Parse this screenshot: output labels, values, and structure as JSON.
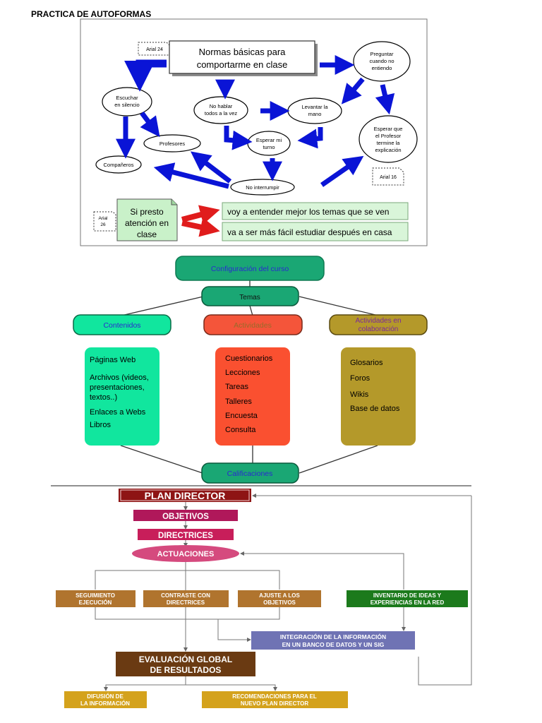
{
  "page": {
    "title": "PRACTICA DE AUTOFORMAS"
  },
  "figure1": {
    "tag_top": "Arial 24",
    "main_box": [
      "Normas básicas para",
      "comportarme en clase"
    ],
    "nodes": {
      "preguntar": [
        "Preguntar",
        "cuando no",
        "entiendo"
      ],
      "escuchar": [
        "Escuchar",
        "en silencio"
      ],
      "no_hablar": [
        "No hablar",
        "todos a la vez"
      ],
      "levantar": [
        "Levantar la",
        "mano"
      ],
      "esperar_prof": [
        "Esperar que",
        "el Profesor",
        "termine la",
        "explicación"
      ],
      "profesores": [
        "Profesores"
      ],
      "esperar_turno": [
        "Esperar mi",
        "turno"
      ],
      "companeros": [
        "Compañeros"
      ],
      "no_interrumpir": [
        "No interrumpir"
      ]
    },
    "tag_right": "Arial 16",
    "tag_left": [
      "Arial",
      "26"
    ],
    "bottom_box": [
      "Si presto",
      "atención en",
      "clase"
    ],
    "results": [
      "voy a entender mejor los temas que se ven",
      "va a ser más fácil estudiar después en casa"
    ]
  },
  "figure2": {
    "top": "Configuración del curso",
    "temas": "Temas",
    "categories": [
      {
        "label": [
          "Contenidos"
        ],
        "items": [
          "Páginas Web",
          "Archivos (videos,",
          "presentaciones,",
          "textos..)",
          "Enlaces a Webs",
          "Libros"
        ]
      },
      {
        "label": [
          "Actividades"
        ],
        "items": [
          "Cuestionarios",
          "Lecciones",
          "Tareas",
          "Talleres",
          "Encuesta",
          "Consulta"
        ]
      },
      {
        "label": [
          "Actividades en",
          "colaboración"
        ],
        "items": [
          "Glosarios",
          "Foros",
          "Wikis",
          "Base de datos"
        ]
      }
    ],
    "bottom": "Calificaciones"
  },
  "figure3": {
    "plan": "PLAN DIRECTOR",
    "objetivos": "OBJETIVOS",
    "directrices": "DIRECTRICES",
    "actuaciones": "ACTUACIONES",
    "seguimiento": [
      "SEGUIMIENTO",
      "EJECUCIÓN"
    ],
    "contraste": [
      "CONTRASTE CON",
      "DIRECTRICES"
    ],
    "ajuste": [
      "AJUSTE A LOS",
      "OBJETIVOS"
    ],
    "inventario": [
      "INVENTARIO DE IDEAS Y",
      "EXPERIENCIAS EN LA RED"
    ],
    "integracion": [
      "INTEGRACIÓN DE LA INFORMACIÓN",
      "EN UN BANCO DE DATOS Y UN SIG"
    ],
    "evaluacion": [
      "EVALUACIÓN GLOBAL",
      "DE RESULTADOS"
    ],
    "difusion": [
      "DIFUSIÓN DE",
      "LA INFORMACIÓN"
    ],
    "recomendaciones": [
      "RECOMENDACIONES PARA EL",
      "NUEVO PLAN DIRECTOR"
    ]
  }
}
